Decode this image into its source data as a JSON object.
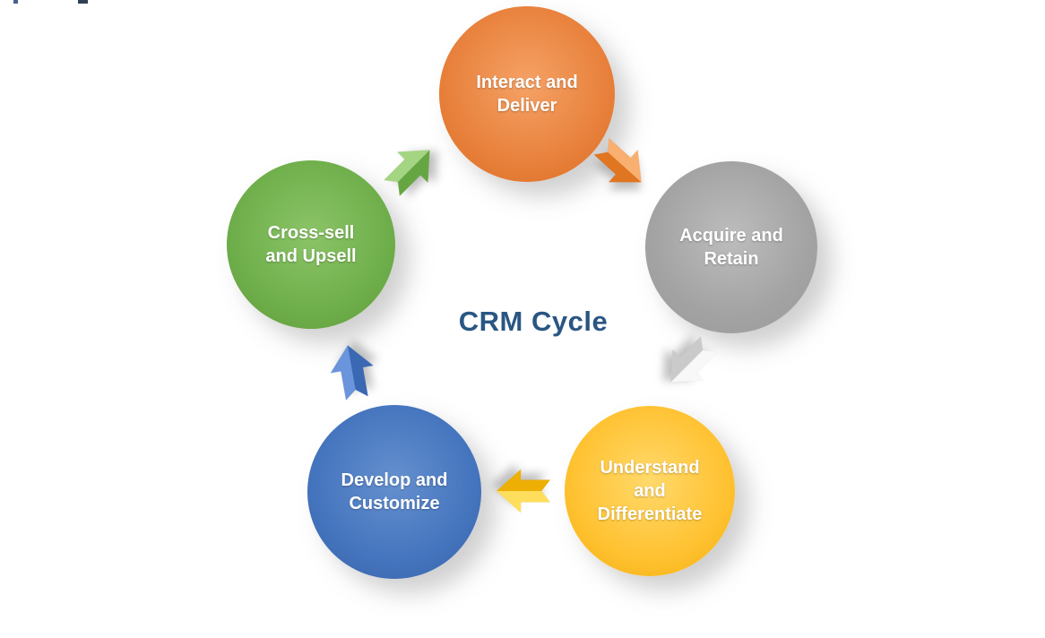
{
  "title": {
    "text": "CRM Cycle",
    "color": "#2A5683"
  },
  "nodes": [
    {
      "name": "interact-and-deliver",
      "lines": [
        "Interact and",
        "Deliver"
      ],
      "text_color": "#FFFFFF",
      "color_light": "#F5A266",
      "color_base": "#E8813C",
      "color_dark": "#DB6F26"
    },
    {
      "name": "acquire-and-retain",
      "lines": [
        "Acquire and",
        "Retain"
      ],
      "text_color": "#FFFFFF",
      "color_light": "#BDBDBD",
      "color_base": "#A3A3A3",
      "color_dark": "#9A9A9A"
    },
    {
      "name": "understand-and-differentiate",
      "lines": [
        "Understand",
        "and",
        "Differentiate"
      ],
      "text_color": "#FFFFFF",
      "color_light": "#FFD96B",
      "color_base": "#FFC232",
      "color_dark": "#F4AF0E"
    },
    {
      "name": "develop-and-customize",
      "lines": [
        "Develop and",
        "Customize"
      ],
      "text_color": "#FFFFFF",
      "color_light": "#6590CF",
      "color_base": "#4575BE",
      "color_dark": "#3763AB"
    },
    {
      "name": "cross-sell-and-upsell",
      "lines": [
        "Cross-sell",
        "and Upsell"
      ],
      "text_color": "#FFFFFF",
      "color_light": "#8BC468",
      "color_base": "#6FAF4B",
      "color_dark": "#5F9C3C"
    }
  ],
  "arrows": [
    {
      "name": "arrow-interact-to-acquire",
      "direction": "down-right",
      "color_light": "#F8B277",
      "color_base": "#F08A34",
      "color_dark": "#D96D1C"
    },
    {
      "name": "arrow-acquire-to-understand",
      "direction": "down-left",
      "color_light": "#FAFAFA",
      "color_base": "#E6E6E6",
      "color_dark": "#BFBFBF"
    },
    {
      "name": "arrow-understand-to-develop",
      "direction": "left",
      "color_light": "#FFE066",
      "color_base": "#FFC913",
      "color_dark": "#E8A500"
    },
    {
      "name": "arrow-develop-to-cross-sell",
      "direction": "up",
      "color_light": "#6E97DB",
      "color_base": "#4E7FD0",
      "color_dark": "#3560A8"
    },
    {
      "name": "arrow-cross-sell-to-interact",
      "direction": "up-right",
      "color_light": "#A8D787",
      "color_base": "#7CBE52",
      "color_dark": "#5E9C3B"
    }
  ],
  "artifacts": {
    "top_left_fragment_colors": [
      "#44618F",
      "#2F3F57"
    ]
  }
}
